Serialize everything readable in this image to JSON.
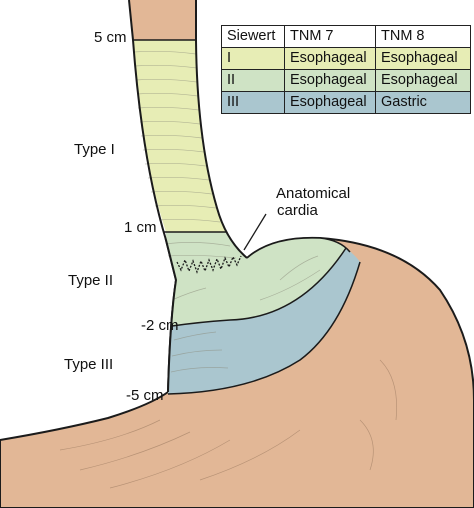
{
  "colors": {
    "tissue": "#e2b796",
    "type1": "#e7edb5",
    "type2": "#cfe3c5",
    "type3": "#aac6cf",
    "outline": "#1b1b1b"
  },
  "levels": {
    "five_cm": "5 cm",
    "one_cm": "1 cm",
    "minus_two_cm": "-2 cm",
    "minus_five_cm": "-5 cm"
  },
  "types": {
    "type1": "Type I",
    "type2": "Type II",
    "type3": "Type III"
  },
  "anatomical_cardia": {
    "line1": "Anatomical",
    "line2": "cardia"
  },
  "table": {
    "headers": [
      "Siewert",
      "TNM 7",
      "TNM 8"
    ],
    "rows": [
      {
        "siewert": "I",
        "tnm7": "Esophageal",
        "tnm8": "Esophageal",
        "color": "#e7edb5"
      },
      {
        "siewert": "II",
        "tnm7": "Esophageal",
        "tnm8": "Esophageal",
        "color": "#cfe3c5"
      },
      {
        "siewert": "III",
        "tnm7": "Esophageal",
        "tnm8": "Gastric",
        "color": "#aac6cf"
      }
    ]
  }
}
